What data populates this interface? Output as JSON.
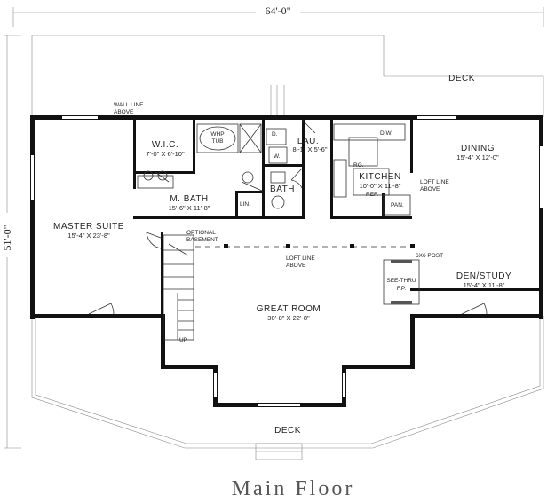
{
  "dimensions": {
    "width": "64'-0\"",
    "depth": "51'-0\""
  },
  "caption": "Main Floor",
  "rooms": {
    "deck_top": {
      "name": "DECK"
    },
    "deck_bottom": {
      "name": "DECK"
    },
    "wic": {
      "name": "W.I.C.",
      "size": "7'-0\" X 6'-10\""
    },
    "whp_tub": {
      "line1": "WHP",
      "line2": "TUB"
    },
    "laundry": {
      "name": "LAU.",
      "size": "8'-1\" X 5'-6\""
    },
    "kitchen": {
      "name": "KITCHEN",
      "size": "10'-0\" X 11'-8\""
    },
    "dining": {
      "name": "DINING",
      "size": "15'-4\" X 12'-0\""
    },
    "master_bath": {
      "name": "M. BATH",
      "size": "15'-6\" X 11'-8\""
    },
    "bath": {
      "name": "BATH"
    },
    "master_suite": {
      "name": "MASTER SUITE",
      "size": "15'-4\" X 23'-8\""
    },
    "great_room": {
      "name": "GREAT ROOM",
      "size": "30'-8\" X 22'-8\""
    },
    "den_study": {
      "name": "DEN/STUDY",
      "size": "15'-4\" X 11'-8\""
    }
  },
  "labels": {
    "wall_line_1": "WALL LINE",
    "wall_line_2": "ABOVE",
    "d": "D.",
    "w": "W.",
    "dw": "D.W.",
    "rg": "RG.",
    "ref": "REF.",
    "pan": "PAN.",
    "lin": "LIN.",
    "loft_line_kitchen_1": "LOFT LINE",
    "loft_line_kitchen_2": "ABOVE",
    "loft_line_great_1": "LOFT LINE",
    "loft_line_great_2": "ABOVE",
    "optional_basement_1": "OPTIONAL",
    "optional_basement_2": "BASEMENT",
    "post": "6X6 POST",
    "fireplace_1": "SEE-THRU",
    "fireplace_2": "F.P.",
    "up": "UP"
  }
}
